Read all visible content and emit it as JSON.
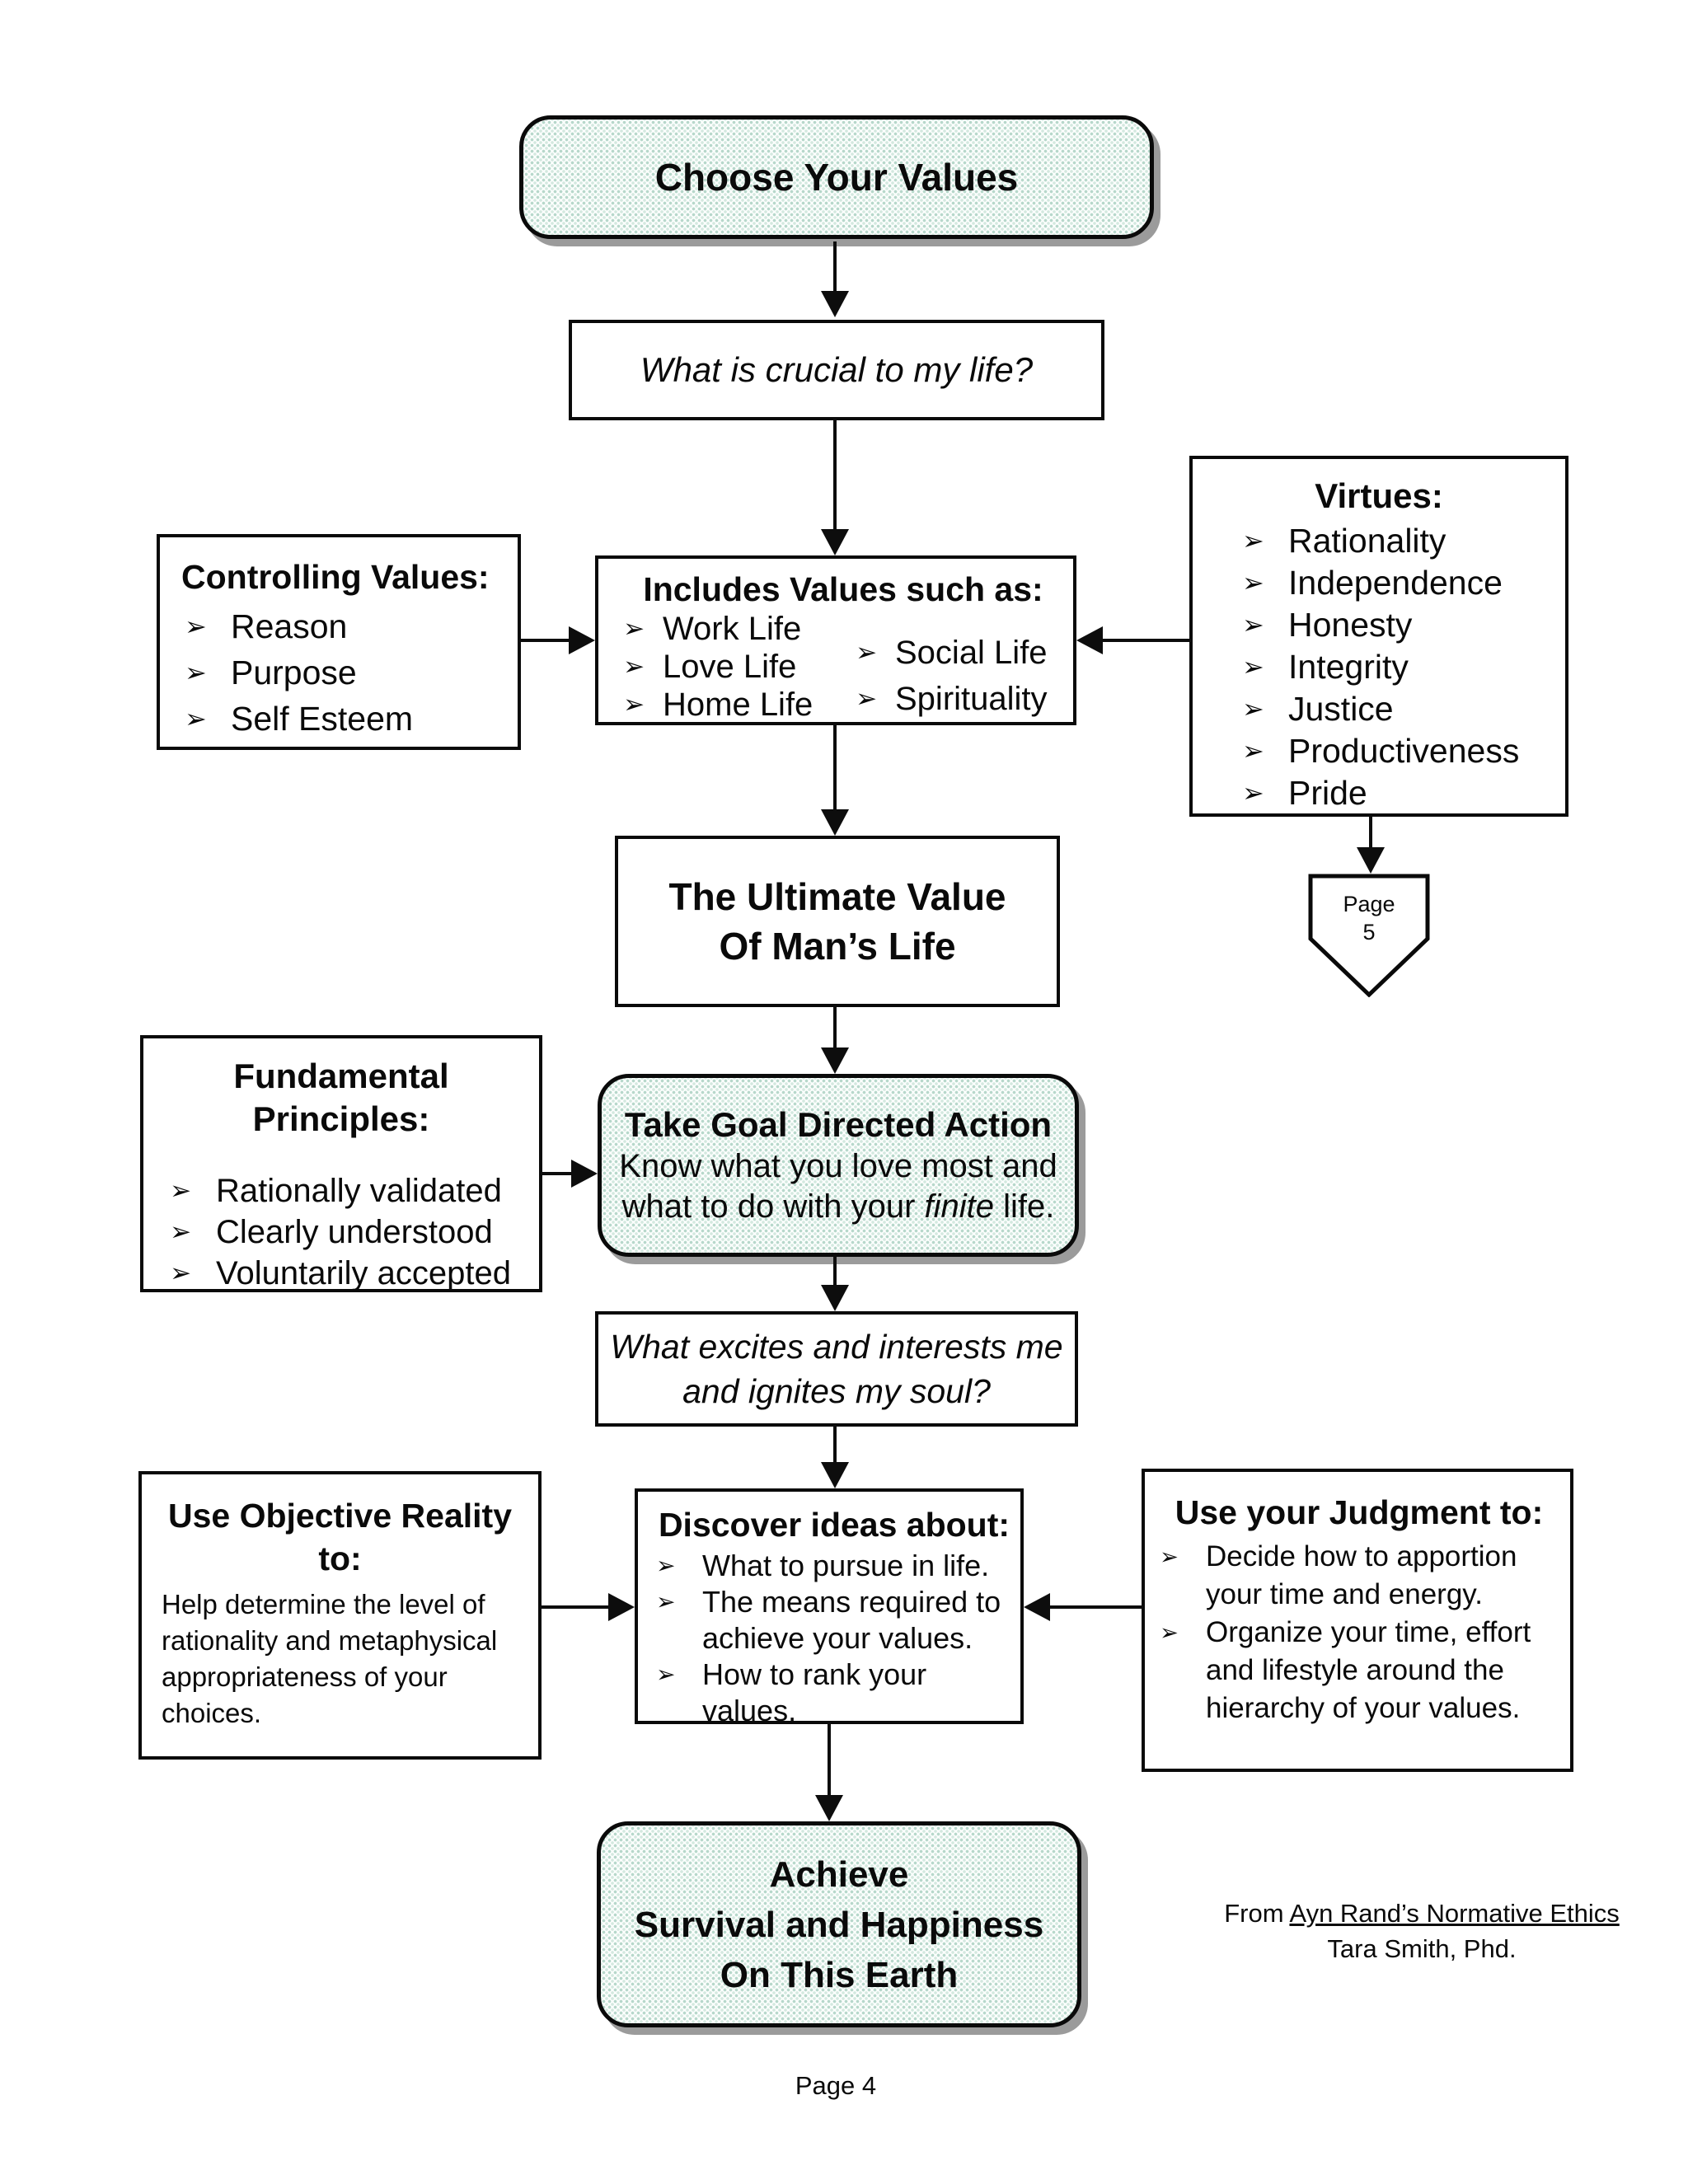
{
  "icons": {
    "bullet": "➢"
  },
  "colors": {
    "node_fill_green": "#e7f3ee",
    "line": "#0d0d0d"
  },
  "nodes": {
    "choose": {
      "title": "Choose Your Values"
    },
    "crucial": {
      "text": "What is crucial to my life?"
    },
    "controlling": {
      "title": "Controlling Values:",
      "items": [
        "Reason",
        "Purpose",
        "Self Esteem"
      ]
    },
    "includes": {
      "title": "Includes Values such as:",
      "items_left": [
        "Work Life",
        "Love Life",
        "Home Life"
      ],
      "items_right": [
        "Social Life",
        "Spirituality"
      ]
    },
    "virtues": {
      "title": "Virtues:",
      "items": [
        "Rationality",
        "Independence",
        "Honesty",
        "Integrity",
        "Justice",
        "Productiveness",
        "Pride"
      ]
    },
    "page5": {
      "line1": "Page",
      "line2": "5"
    },
    "ultimate": {
      "line1": "The Ultimate Value",
      "line2": "Of Man’s Life"
    },
    "fundamental": {
      "title_line1": "Fundamental",
      "title_line2": "Principles:",
      "items": [
        "Rationally validated",
        "Clearly understood",
        "Voluntarily accepted"
      ]
    },
    "action": {
      "title": "Take Goal Directed Action",
      "line2": "Know what you love most and",
      "line3_pre": "what to do with your ",
      "line3_italic": "finite",
      "line3_post": " life."
    },
    "excites": {
      "line1": "What excites and interests me",
      "line2": "and ignites my soul?"
    },
    "objective": {
      "title_line1": "Use Objective Reality",
      "title_line2": "to:",
      "body": "Help determine the level of rationality and metaphysical appropriateness of your choices."
    },
    "discover": {
      "title": "Discover ideas about:",
      "items": [
        "What to pursue in life.",
        "The means required to achieve your values.",
        "How to rank your values."
      ]
    },
    "judgment": {
      "title": "Use your Judgment to:",
      "items": [
        "Decide how to apportion your time and energy.",
        "Organize your time, effort and lifestyle around the hierarchy of your values."
      ]
    },
    "achieve": {
      "line1": "Achieve",
      "line2": "Survival and Happiness",
      "line3": "On This Earth"
    }
  },
  "citation": {
    "prefix": "From ",
    "source": "Ayn Rand’s Normative Ethics",
    "author": "Tara Smith, Phd."
  },
  "page": {
    "footer": "Page 4"
  }
}
